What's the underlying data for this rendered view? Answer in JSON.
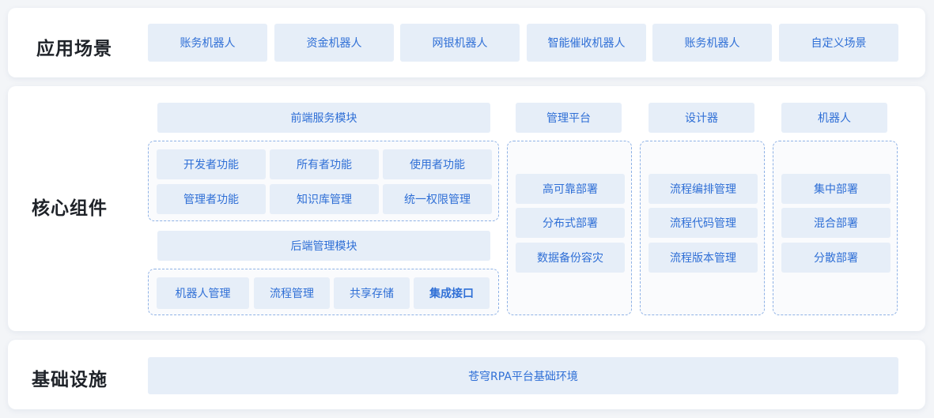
{
  "scenes": {
    "title": "应用场景",
    "items": [
      "账务机器人",
      "资金机器人",
      "网银机器人",
      "智能催收机器人",
      "账务机器人",
      "自定义场景"
    ]
  },
  "core": {
    "title": "核心组件",
    "frontend": {
      "header": "前端服务模块",
      "items": [
        "开发者功能",
        "所有者功能",
        "使用者功能",
        "管理者功能",
        "知识库管理",
        "统一权限管理"
      ]
    },
    "backend": {
      "header": "后端管理模块",
      "items": [
        "机器人管理",
        "流程管理",
        "共享存储",
        "集成接口"
      ]
    },
    "mgmt": {
      "header": "管理平台",
      "items": [
        "高可靠部署",
        "分布式部署",
        "数据备份容灾"
      ]
    },
    "designer": {
      "header": "设计器",
      "items": [
        "流程编排管理",
        "流程代码管理",
        "流程版本管理"
      ]
    },
    "robot": {
      "header": "机器人",
      "items": [
        "集中部署",
        "混合部署",
        "分散部署"
      ]
    }
  },
  "infra": {
    "title": "基础设施",
    "item": "苍穹RPA平台基础环境"
  },
  "colors": {
    "box_bg": "#e6eef8",
    "box_text": "#2f6fd6",
    "dashed_border": "#8fb2e6"
  }
}
